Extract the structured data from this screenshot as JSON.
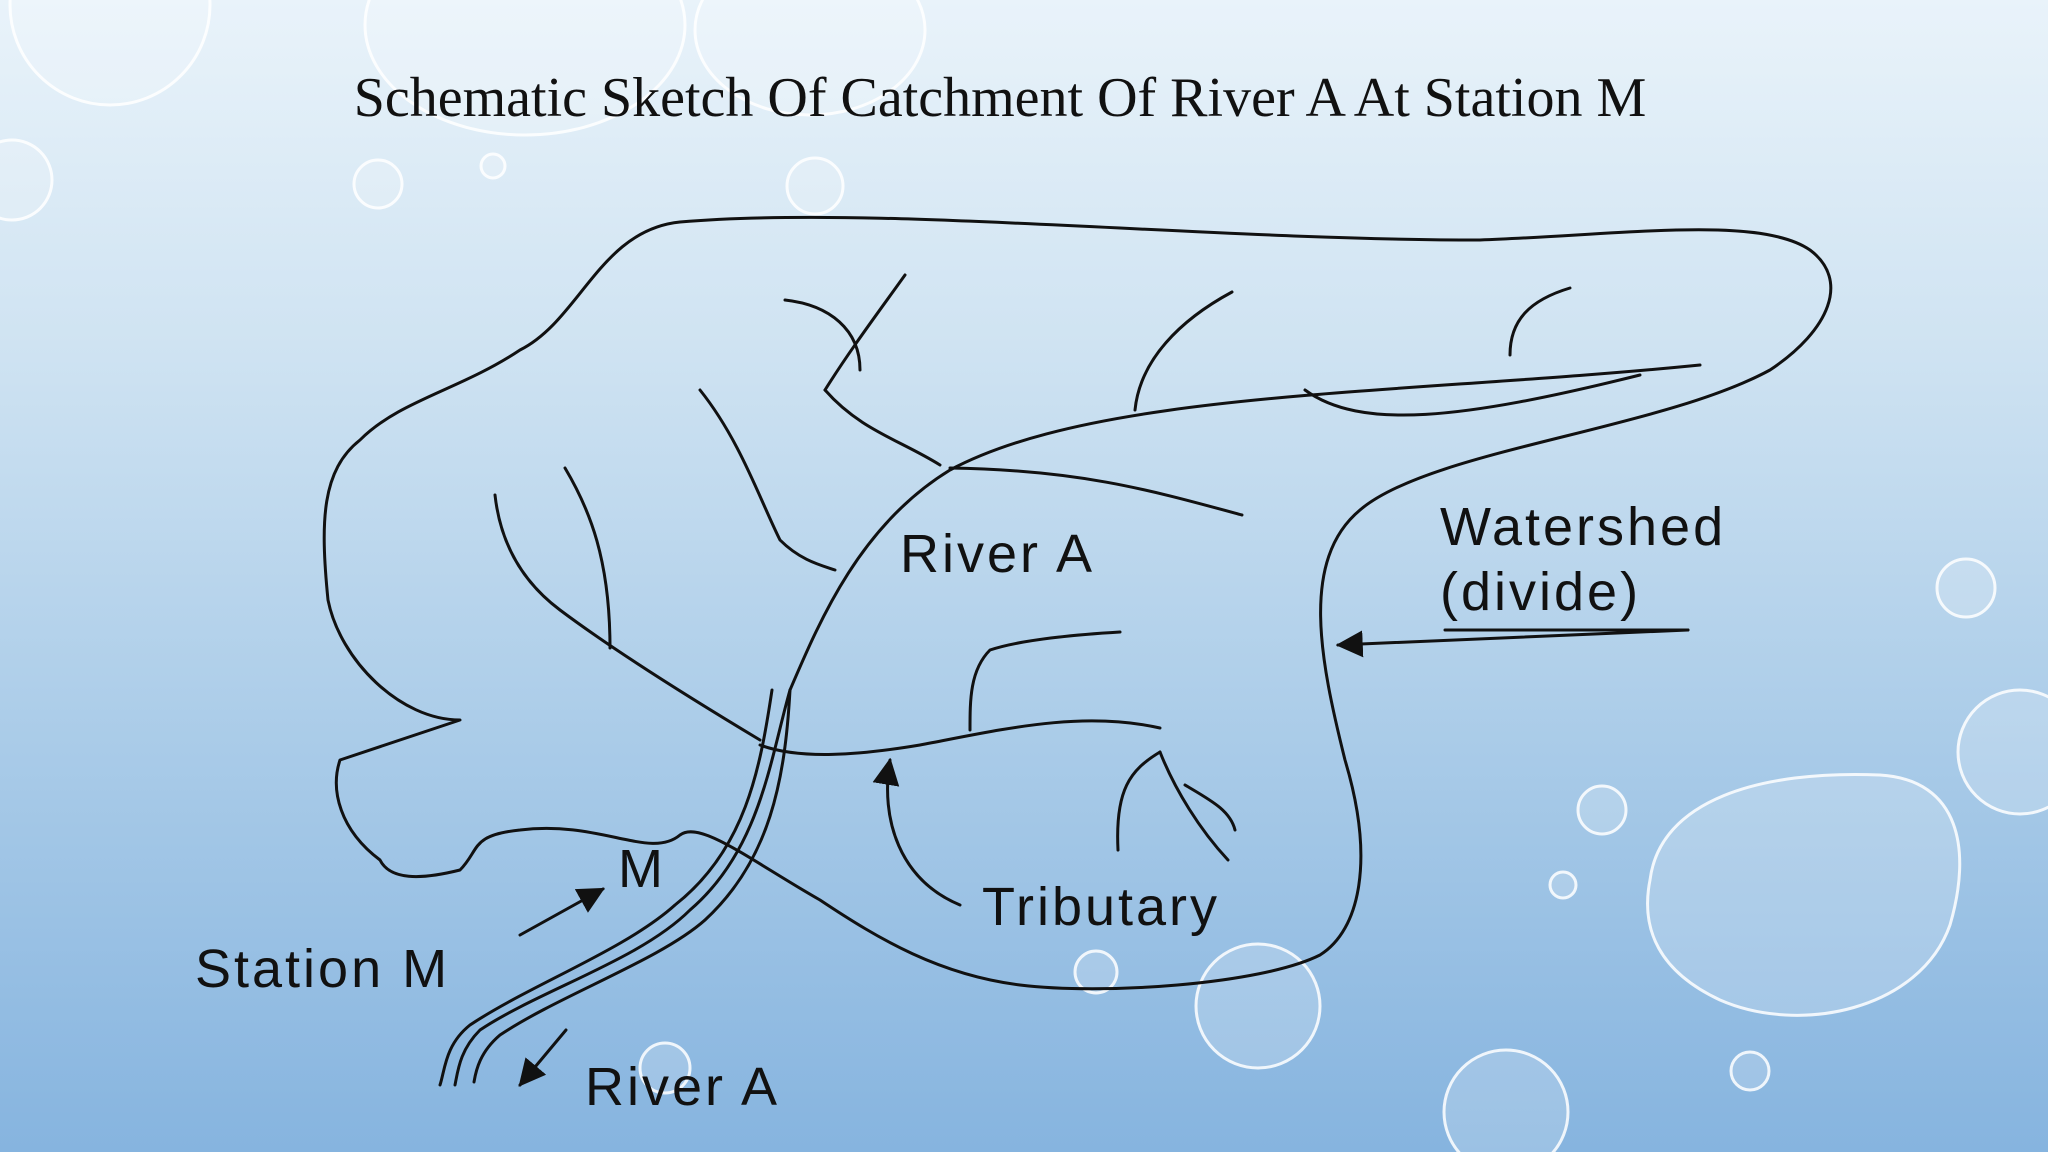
{
  "slide": {
    "title": "Schematic Sketch Of Catchment Of River A At Station M"
  },
  "diagram": {
    "labels": {
      "river_inner": "River A",
      "watershed_line1": "Watershed",
      "watershed_line2": "(divide)",
      "tributary": "Tributary",
      "station_point": "M",
      "station": "Station M",
      "river_outlet": "River A"
    }
  }
}
